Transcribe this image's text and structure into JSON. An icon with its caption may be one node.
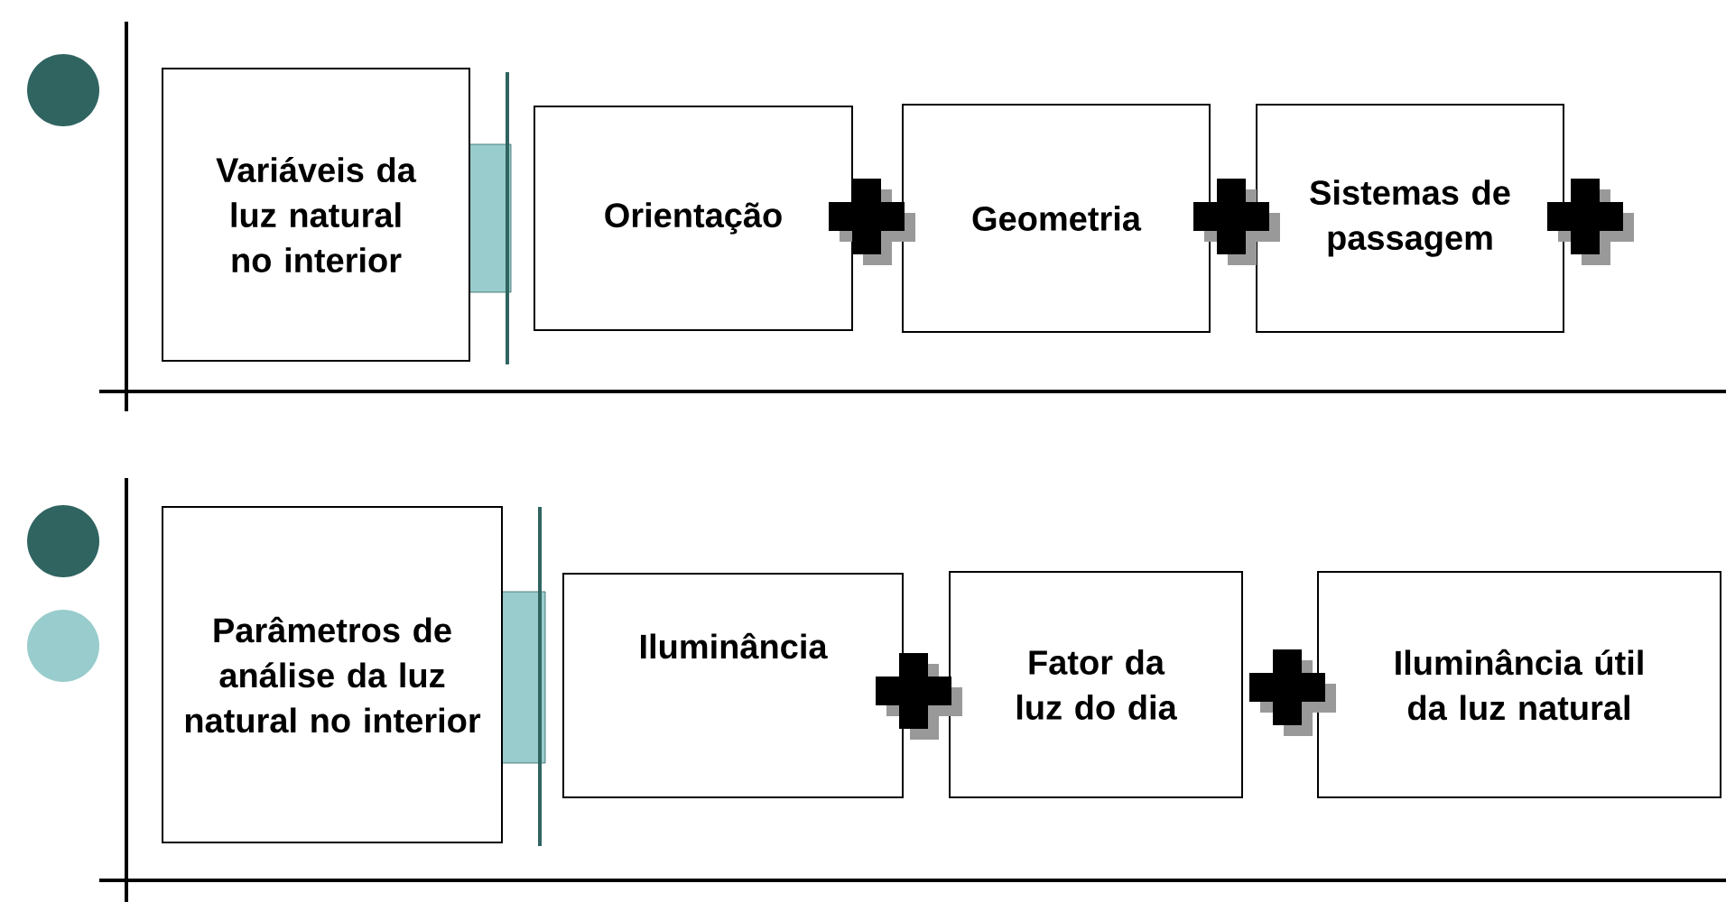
{
  "diagram": {
    "nodes": [
      {
        "text": [
          "Variáveis da luz natural no interior"
        ]
      },
      {
        "text": [
          "Orientação"
        ]
      },
      {
        "text": [
          "Geometria"
        ]
      },
      {
        "text": [
          "Sistemas de passagem"
        ]
      },
      {
        "text": [
          "Parâmetros de análise da luz natural no interior"
        ]
      },
      {
        "text": [
          "Iluminância"
        ]
      },
      {
        "text": [
          "Fator da luz do dia"
        ]
      },
      {
        "text": [
          "Iluminância útil da luz natural"
        ]
      }
    ]
  }
}
